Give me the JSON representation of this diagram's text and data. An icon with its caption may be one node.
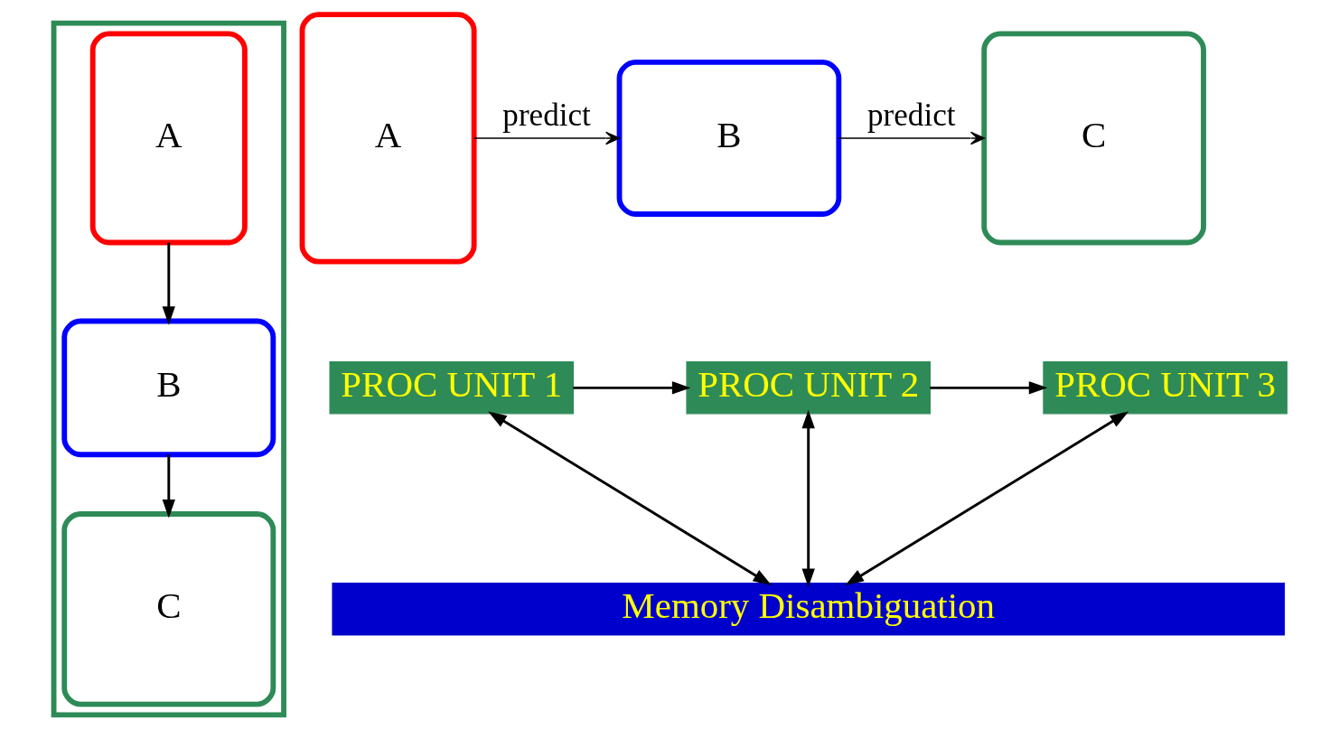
{
  "diagram": {
    "nodes": [
      {
        "text": [],
        "shape": "box"
      },
      {
        "text": [
          "A"
        ],
        "in": 0
      },
      {
        "text": [
          "B"
        ],
        "in": 0
      },
      {
        "text": [
          "C"
        ],
        "in": 0
      },
      {
        "text": [
          "A"
        ]
      },
      {
        "text": [
          "B"
        ]
      },
      {
        "text": [
          "C"
        ]
      },
      {
        "text": [
          "PROC UNIT 1"
        ]
      },
      {
        "text": [
          "PROC UNIT 2"
        ]
      },
      {
        "text": [
          "PROC UNIT 3"
        ]
      },
      {
        "text": [
          "Memory Disambiguation"
        ]
      }
    ],
    "edges": [
      {
        "from": 1,
        "to": 2,
        "arrow": "to"
      },
      {
        "from": 2,
        "to": 3,
        "arrow": "to"
      },
      {
        "from": 4,
        "to": 5,
        "arrow": "to",
        "label": "predict"
      },
      {
        "from": 5,
        "to": 6,
        "arrow": "to",
        "label": "predict"
      },
      {
        "from": 7,
        "to": 8,
        "arrow": "to"
      },
      {
        "from": 8,
        "to": 9,
        "arrow": "to"
      },
      {
        "from": 7,
        "to": 10,
        "arrow": "both"
      },
      {
        "from": 8,
        "to": 10,
        "arrow": "both"
      },
      {
        "from": 9,
        "to": 10,
        "arrow": "both"
      }
    ]
  }
}
